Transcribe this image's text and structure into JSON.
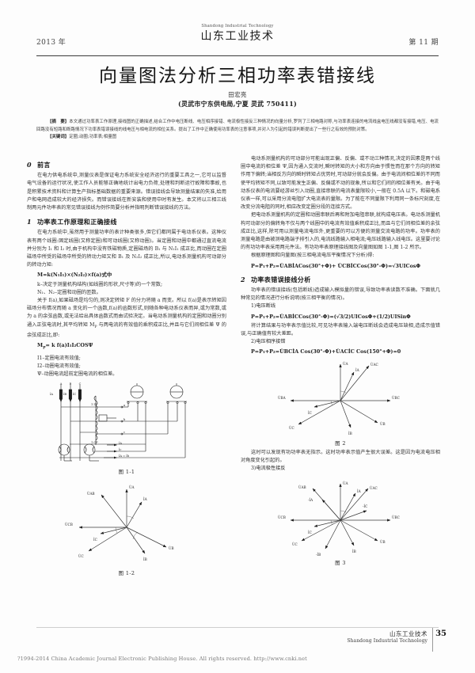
{
  "header": {
    "year": "2013 年",
    "journal_en": "Shandong Industrial Technology",
    "journal_cn": "山东工业技术",
    "issue": "第 11 期"
  },
  "article": {
    "title": "向量图法分析三相功率表错接线",
    "author": "田宏亮",
    "affiliation": "(灵武市宁东供电局,宁夏 灵武 750411)",
    "abstract_label": "【摘　要】",
    "abstract_text": "本文通过功率表工作原理,接线图的正确描述,结合工作中电压断线、电压相序接错、电流极性接反三种情况的向量分析,罗列了三相电路对称,与功率表连接的电流线盒电压线都没有接错,电压、电流回路没有短路和断路情况下功率表错误接线的线电压与相电流的相位关系。提出了工作中正确使用功率表的注意事项,并对人为引起的错误判断提出了一些行之有效的预防对策。",
    "keywords_label": "【关键词】",
    "keywords_text": "定圈;动圈;功率表;相量图"
  },
  "left_column": {
    "section0": {
      "number": "0",
      "title": "前言",
      "paragraphs": [
        "在电力供电系统中,测量仪表是保证电力系统安全经济运行的重要工具之一,它可以监督电气设备的运行状况,使工作人员能够正确地统计出电力负荷,处理和判断运行故障和事故,也是积累技术资料和计算生产指标基础数据的重要来源。错误接线会导致测量结果的失准,给用户和电网造成较大的经济损失。而错误接线在新安装和使用中时有发生。本文将以三相三线制两元件功率表的常见错误接线为例作简要分析并指明判断错误接线的方法。"
      ]
    },
    "section1": {
      "number": "1",
      "title": "功率表工作原理和正确接线",
      "paragraphs": [
        "在电力系统中,虽然用于测量功率的表计种类很多,但它们都同属于电动系仪表。这种仪表有两个线圈:固定线圈(又称定圈)和可动线圈(又称动圈)。当定圈和动圈中都通过直流电流并分别为 I₁ 和 I₂ 时,由于机构中没有铁磁物质,定圈磁场的 B₁ 与 N₁I₁ 成正比,而动圈在定圈磁场中所受的磁场中所受的转动力矩又和 B₁ 及 N₂I₂ 成正比,所以,电动系测量机构可动部分的转动力矩:"
      ],
      "formula1": "M=k(N₁I₁)×(N₂I₂)×f(a)式中",
      "defs": [
        "k–决定于测量机构结构(如线圈的形状,尺寸等)的一个常数;",
        "N₁、N₂–定圈和动圈的匝数。"
      ],
      "paragraphs2": [
        "关于 f(a),如果磁场是均匀的,则决定转矩 F 的分力将随 a 而变。所以 f(a)是表示转矩因磁场分布情况而随 a 变化的一个函数,f(a)的函数形式,则随各种电动系仪表而异,或为常数,或为 a 的余弦函数,或无法给出具体函数式而由试验决定。当电动系测量机构的定圈和动圈分别通入正弦电流时,其平均转矩 M<sub>P</sub> 与两电流的有效值的乘积成正比,并且与它们间相位差 Ψ 的余弦成正比,即:"
      ],
      "formula2": "M<sub>P</sub>= k f(a)I₁I₂COSΨ",
      "defs2": [
        "I1–定圈电流有效值;",
        "I2–动圈电流有效值;",
        "Ψ–动圈电流超前定圈电流的相位差。"
      ]
    },
    "figures": [
      {
        "caption": "图 1-1"
      },
      {
        "caption": "图 1-2"
      }
    ],
    "fig11_labels": {
      "phases": [
        "A",
        "B",
        "C"
      ],
      "currents": [
        "İA",
        "İB",
        "İC"
      ],
      "taps": [
        "1 IV",
        "1 CP"
      ],
      "terminals": [
        "a",
        "b",
        "c"
      ],
      "notes": [
        "İA",
        "İc",
        "İA = İb"
      ]
    },
    "fig12_labels": [
      "U̇A",
      "U̇AB",
      "U̇CB",
      "U̇C",
      "U̇B",
      "İA",
      "İB",
      "İC"
    ]
  },
  "right_column": {
    "paragraphs": [
      "电动系测量机构的可动部分可能出现正偏、反偏、或不动三种情况,决定的因素是两个线圈中电流的相位差 Ψ,因为通入交流时,瞬时转矩的大小和方向由于惯性而在那个方向的转矩作用下偏转;当相反方向的瞬时转矩占优势时,可动部分就会反偏。由于电流间相位差的不同而使平均转矩不同,以致可能发生正偏、反偏或不动的现象,所以和它们间的相位差有关。由于电动系仪表的电流要经游丝引入动圈,直接串联的电流表量限较小,一般在 0.5A 以下。和磁电系仪表一样,可以采用分流电阻扩大电流表的量限。为了能在不同量限下利用同一条标尺刻度,在改变分流电阻的同时,相应改变定圈分段的连接方式。",
      "把电动系测量机构的定圈和动圈串联后再和附加电阻串联,就构成电压表。电动系测量机构可动部分的偏转角不仅与两个线圈中的电流有效值乘积成正比,而且与它们间相位差的余弦成正比,这样,除可用以测量电流电压外,更重要的可以方便的测量交流电路的功率。功率表的测量电路是由被测电路端子排引入的,电流线路输入相电流;电压线路输入线电压。这里要讨论的有功功率表采用两元件法。有功功率表原理接线图及向量图如图 1-1,图 1-2 所示。",
      "根据原理图和向量图(按三相电流电压平衡情况下分析)得:"
    ],
    "formula_main": "P=P₁+P₂=U̇ABİACos(30°+Φ)+ U̇CBİCCos(30°-Φ)=√3UICosΦ",
    "section2": {
      "number": "2",
      "title": "功率表错误接线分析",
      "intro": "功率表的错误接线(包括断线)造成输入模拟量的错误,导致功率表读数不准确。下面就几种常见的情况进行分析说明(按三相平衡的情况)。",
      "items": [
        {
          "label": "1)电压断线",
          "formula": "P=P₁+P₂=U̇ABİCCos(30°-Φ)=(√3/2)UICosΦ+(1/2)UISinΦ",
          "note": "将计算结果与功率表示值比较,可见功率表输入端电压断线会造成电压缺相,造成示值错误,与正确值有较大差距。"
        },
        {
          "label": "2)电压相序接错",
          "formula": "P=P₁+P₂=U̇BCİA Cos(30°-Φ)+U̇ACİC Cos(150°+Φ)=0",
          "figure": "图 2",
          "note": "这时可以发现有功功率表无指示。这时功率表示值产生很大误差。这是因为电流电压相对角度变化引起的。"
        },
        {
          "label": "3)电流极性接反",
          "figure": "图 3"
        }
      ]
    },
    "fig2_labels": [
      "U̇A",
      "U̇AC",
      "İA",
      "U̇BA",
      "U̇BC",
      "İC",
      "U̇C",
      "İB",
      "U̇B"
    ],
    "fig3_labels": [
      "U̇A",
      "U̇AB",
      "U̇AC",
      "-İA",
      "İA",
      "-İC",
      "U̇CB",
      "U̇BC",
      "İC",
      "U̇C",
      "-İB",
      "İB",
      "U̇B"
    ]
  },
  "footer": {
    "journal_cn": "山东工业技术",
    "journal_en": "Shandong Industrial Technology",
    "page_number": "35",
    "copyright": "?1994-2014 China Academic Journal Electronic Publishing House. All rights reserved.    http://www.cnki.net"
  }
}
